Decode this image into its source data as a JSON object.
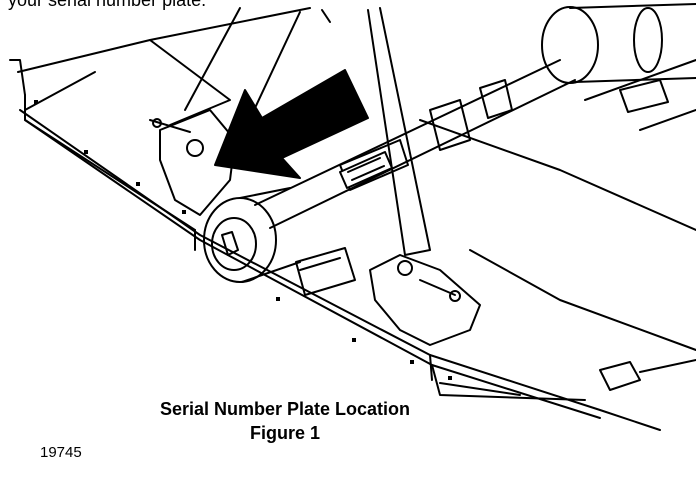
{
  "document": {
    "intro_text": "your serial number plate.",
    "caption_title": "Serial Number Plate Location",
    "caption_figure": "Figure 1",
    "figure_id": "19745"
  },
  "illustration": {
    "subject": "rotary mower deck with PTO driveshaft and gearbox",
    "callout": "arrow pointing to serial number plate",
    "line_color": "#000000",
    "background_color": "#ffffff"
  }
}
